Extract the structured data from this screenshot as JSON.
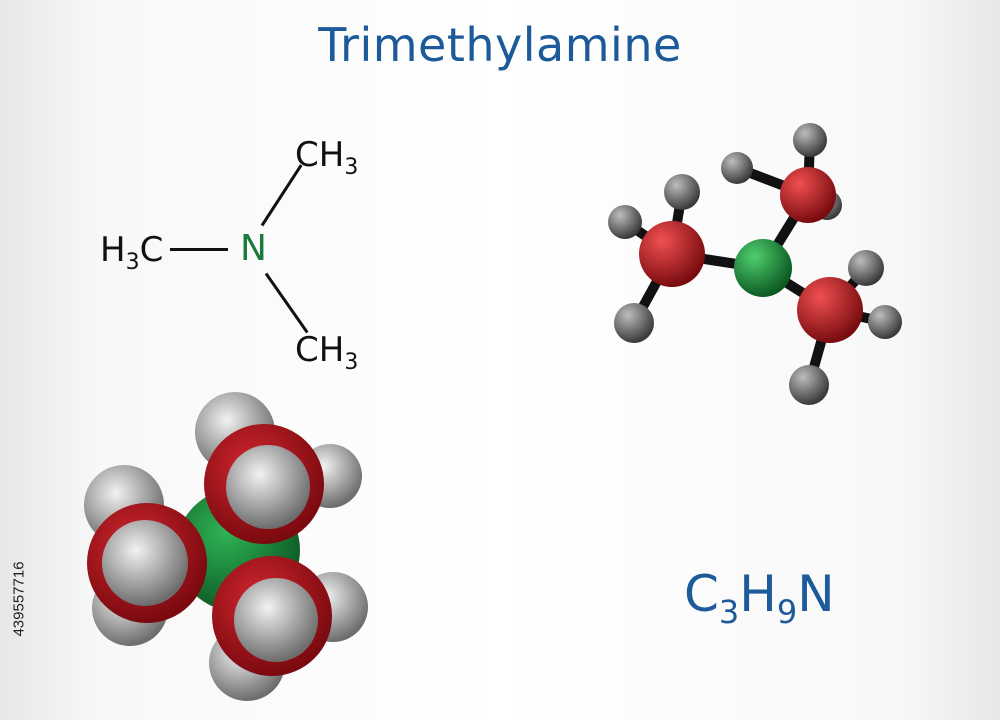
{
  "title": "Trimethylamine",
  "structural_formula": {
    "top_group": {
      "symbol": "CH",
      "sub": "3"
    },
    "left_group": {
      "symbol": "H",
      "sub": "3",
      "suffix": "C"
    },
    "bottom_group": {
      "symbol": "CH",
      "sub": "3"
    },
    "center_atom": "N"
  },
  "molecular_formula": {
    "c": "C",
    "c_count": "3",
    "h": "H",
    "h_count": "9",
    "n": "N"
  },
  "stock_id": "439557716",
  "colors": {
    "title": "#1c5a9a",
    "nitrogen": "#1b7a3a",
    "carbon": "#c0222a",
    "hydrogen": "#8c8c8c"
  }
}
